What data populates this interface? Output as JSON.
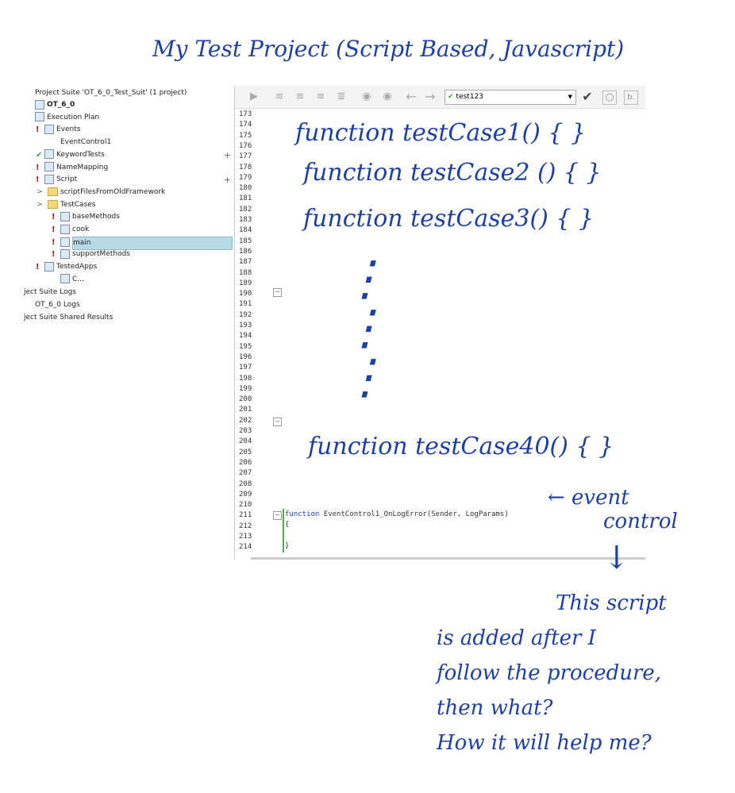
{
  "annotations": {
    "title": "My Test Project (Script Based, Javascript)",
    "tc1": "function testCase1() { }",
    "tc2": "function testCase2 () { }",
    "tc3": "function testCase3() { }",
    "dots": "⋮",
    "tc40": "function testCase40() { }",
    "event_control_1": "← event",
    "event_control_2": "control",
    "down_arrow": "↓",
    "note": [
      "This script",
      "is added after I",
      "follow the procedure,",
      "then what?",
      "How it will help me?"
    ]
  },
  "tree": {
    "header": "Project Suite 'OT_6_0_Test_Suit' (1 project)",
    "items": [
      {
        "label": "OT_6_0",
        "status": ""
      },
      {
        "label": "Execution Plan",
        "status": ""
      },
      {
        "label": "Events",
        "status": "!"
      },
      {
        "label": "EventControl1",
        "status": ""
      },
      {
        "label": "KeywordTests",
        "status": "✔"
      },
      {
        "label": "NameMapping",
        "status": "!"
      },
      {
        "label": "Script",
        "status": "!"
      },
      {
        "label": "scriptFilesFromOldFramework",
        "status": ">"
      },
      {
        "label": "TestCases",
        "status": ">"
      },
      {
        "label": "baseMethods",
        "status": "!"
      },
      {
        "label": "cook",
        "status": "!"
      },
      {
        "label": "main",
        "status": "!"
      },
      {
        "label": "supportMethods",
        "status": "!"
      },
      {
        "label": "TestedApps",
        "status": "!"
      },
      {
        "label": "C...",
        "status": ""
      }
    ],
    "footer": [
      "ject Suite Logs",
      "OT_6_0 Logs",
      "ject Suite Shared Results"
    ],
    "plus": "+"
  },
  "editor": {
    "combo_value": "test123",
    "first_line": 173,
    "last_line": 214,
    "code": {
      "kw": "function",
      "sig": " EventControl1_OnLogError(Sender, LogParams)",
      "open": "{",
      "close": "}"
    },
    "toolbar_b": "b."
  }
}
